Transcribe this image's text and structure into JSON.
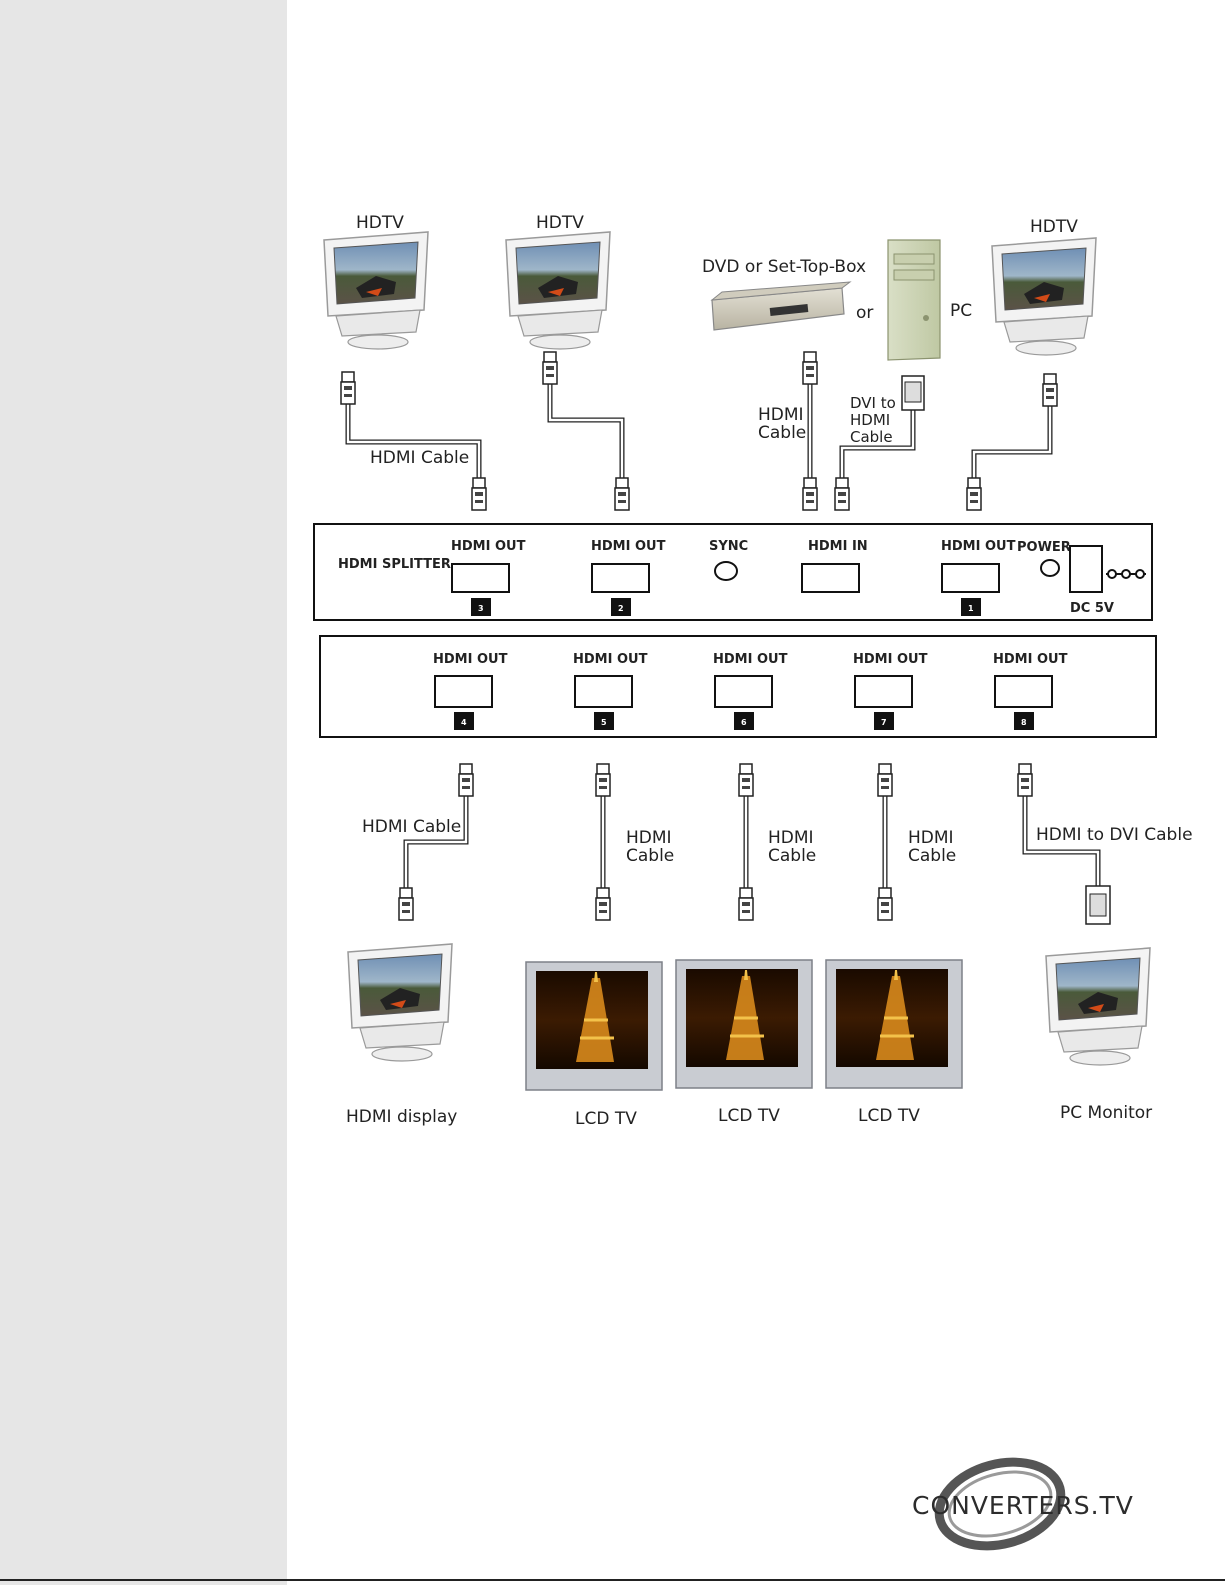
{
  "top_devices": {
    "hdtv_labels": [
      "HDTV",
      "HDTV",
      "HDTV"
    ],
    "dvd_label": "DVD or Set-Top-Box",
    "or_label": "or",
    "pc_label": "PC"
  },
  "top_cables": {
    "hdmi_cable_1": "HDMI Cable",
    "hdmi_cable_source_line1": "HDMI",
    "hdmi_cable_source_line2": "Cable",
    "dvi_cable_line1": "DVI to",
    "dvi_cable_line2": "HDMI",
    "dvi_cable_line3": "Cable"
  },
  "splitter_panel_1": {
    "title": "HDMI SPLITTER",
    "ports": [
      {
        "label": "HDMI OUT",
        "number": "3"
      },
      {
        "label": "HDMI OUT",
        "number": "2"
      },
      {
        "label": "HDMI IN",
        "number": ""
      },
      {
        "label": "HDMI OUT",
        "number": "1"
      }
    ],
    "sync_label": "SYNC",
    "power_label": "POWER",
    "dc_label": "DC 5V"
  },
  "splitter_panel_2": {
    "ports": [
      {
        "label": "HDMI OUT",
        "number": "4"
      },
      {
        "label": "HDMI OUT",
        "number": "5"
      },
      {
        "label": "HDMI OUT",
        "number": "6"
      },
      {
        "label": "HDMI OUT",
        "number": "7"
      },
      {
        "label": "HDMI OUT",
        "number": "8"
      }
    ]
  },
  "bottom_cables": {
    "hdmi_cable_left": "HDMI Cable",
    "hdmi_cable_line1": "HDMI",
    "hdmi_cable_line2": "Cable",
    "hdmi_to_dvi": "HDMI to DVI Cable"
  },
  "bottom_devices": {
    "hdmi_display": "HDMI display",
    "lcd_tv_labels": [
      "LCD TV",
      "LCD TV",
      "LCD TV"
    ],
    "pc_monitor": "PC Monitor"
  },
  "logo": {
    "text": "CONVERTERS.TV"
  }
}
